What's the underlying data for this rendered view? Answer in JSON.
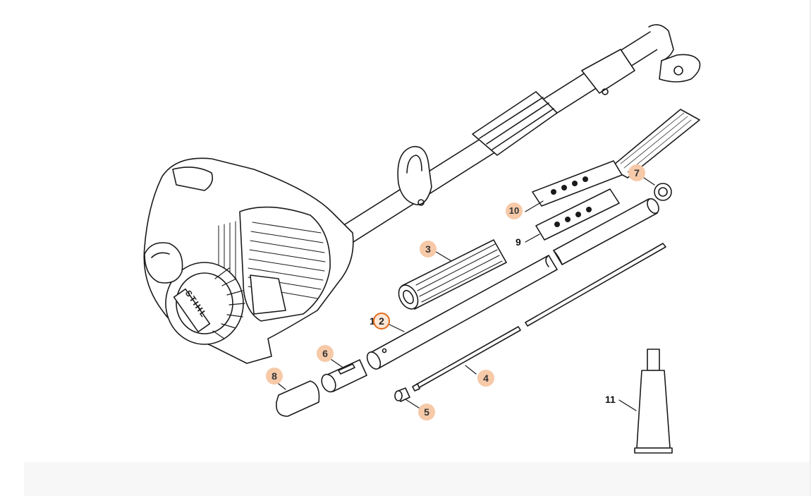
{
  "brand": {
    "logo_text": "STIHL"
  },
  "parts": [
    {
      "key": "1-2",
      "prefix": "1,",
      "number": "2",
      "style": "highlighted"
    },
    {
      "key": "3",
      "number": "3",
      "style": "bubble"
    },
    {
      "key": "4",
      "number": "4",
      "style": "bubble"
    },
    {
      "key": "5",
      "number": "5",
      "style": "bubble"
    },
    {
      "key": "6",
      "number": "6",
      "style": "bubble"
    },
    {
      "key": "7",
      "number": "7",
      "style": "bubble"
    },
    {
      "key": "8",
      "number": "8",
      "style": "bubble"
    },
    {
      "key": "9",
      "number": "9",
      "style": "plain"
    },
    {
      "key": "10",
      "number": "10",
      "style": "bubble"
    },
    {
      "key": "11",
      "number": "11",
      "style": "plain"
    }
  ],
  "colors": {
    "bubble_fill": "#f6c9a8",
    "highlight_ring": "#e26a1c",
    "line": "#1a1a1a"
  },
  "icons": [
    "engine-drawing",
    "drive-shaft-drawing",
    "grease-tube-icon",
    "warning-label-drawing"
  ]
}
